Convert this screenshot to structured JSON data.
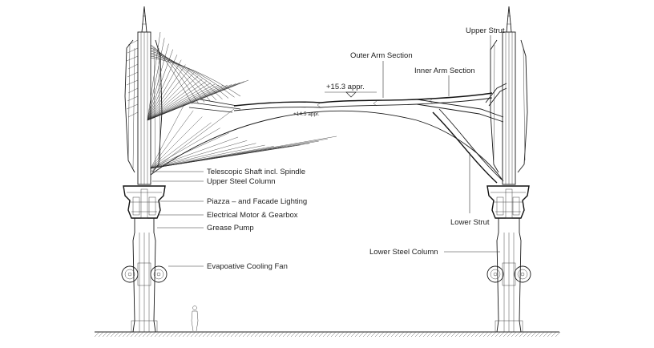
{
  "labels": {
    "upper_strut": "Upper Strut",
    "outer_arm": "Outer Arm Section",
    "inner_arm": "Inner Arm Section",
    "level_main": "+15.3 appr.",
    "level_sub": "+14.5 appr.",
    "telescopic_shaft": "Telescopic Shaft incl. Spindle",
    "upper_column": "Upper Steel Column",
    "lighting": "Piazza – and Facade Lighting",
    "motor": "Electrical Motor & Gearbox",
    "grease_pump": "Grease Pump",
    "cooling_fan": "Evapoative Cooling Fan",
    "lower_strut": "Lower Strut",
    "lower_column": "Lower Steel Column"
  }
}
